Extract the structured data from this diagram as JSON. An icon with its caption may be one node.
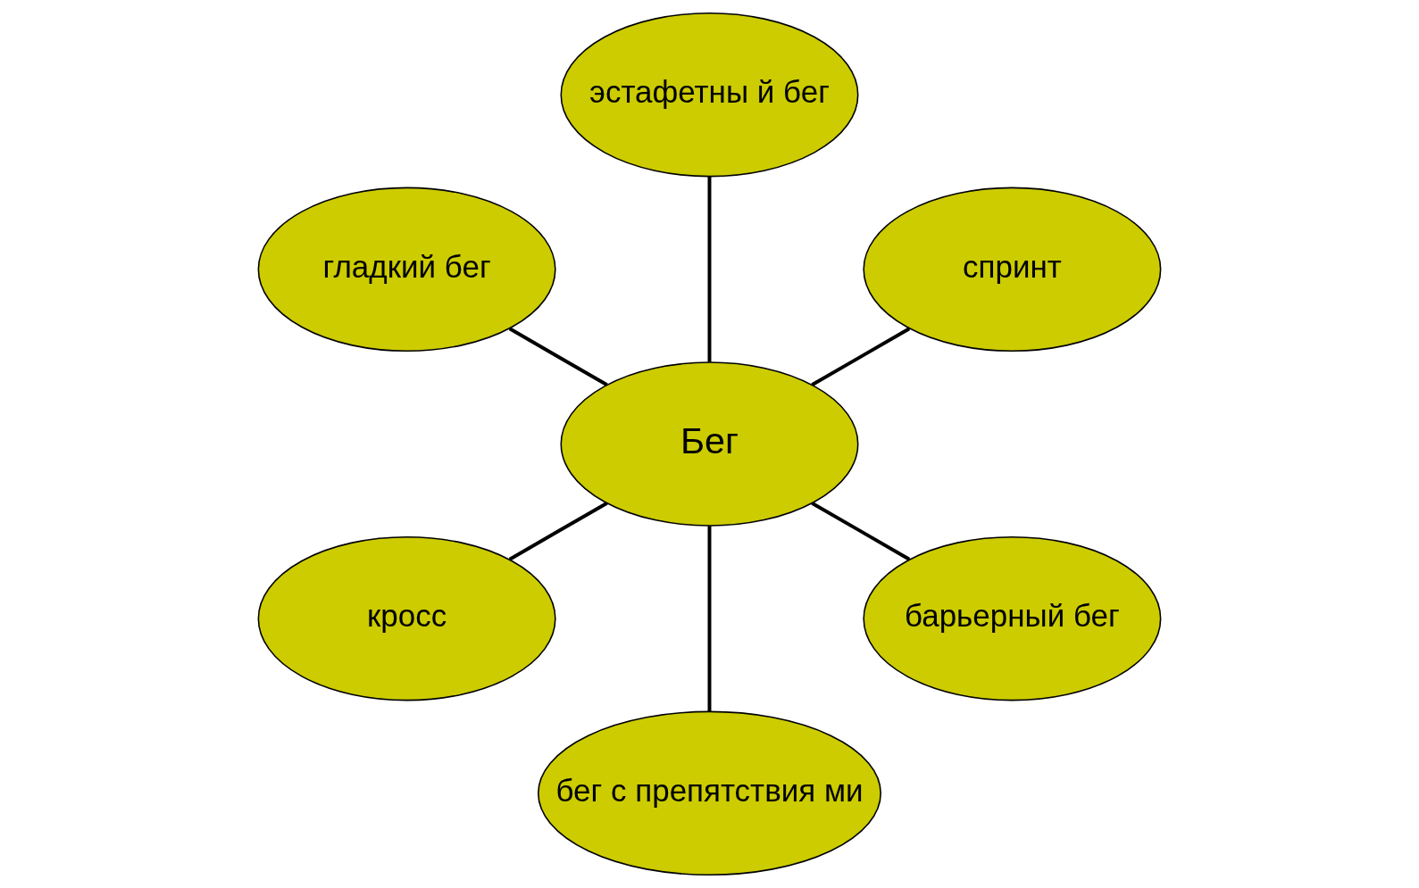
{
  "diagram": {
    "nodes": [
      {
        "text": [
          "спринт"
        ]
      },
      {
        "text": [
          "эстафетны й бег"
        ]
      },
      {
        "text": [
          "гладкий бег"
        ]
      },
      {
        "text": [
          "Бег"
        ]
      },
      {
        "text": [
          "кросс"
        ]
      },
      {
        "text": [
          "бег с препятствия ми"
        ]
      },
      {
        "text": [
          "барьерный бег"
        ]
      }
    ],
    "edges": [
      {
        "from": 3,
        "to": 0,
        "arrow": "none"
      },
      {
        "from": 3,
        "to": 1,
        "arrow": "none"
      },
      {
        "from": 3,
        "to": 2,
        "arrow": "none"
      },
      {
        "from": 3,
        "to": 4,
        "arrow": "none"
      },
      {
        "from": 3,
        "to": 5,
        "arrow": "none"
      },
      {
        "from": 3,
        "to": 6,
        "arrow": "none"
      }
    ]
  }
}
